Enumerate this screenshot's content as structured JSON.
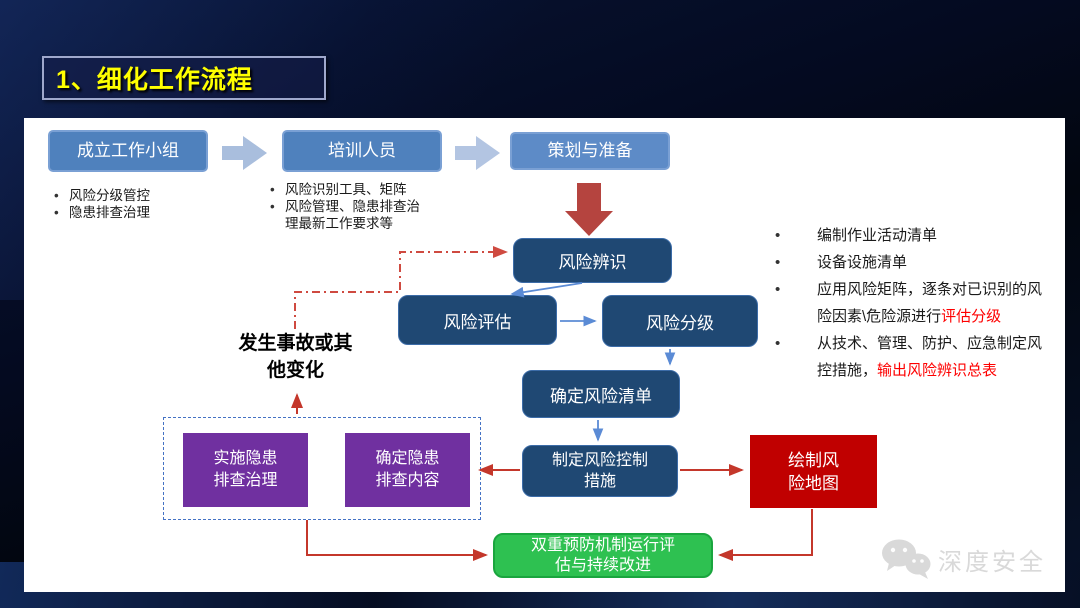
{
  "title": "1、细化工作流程",
  "top_flow": {
    "box1": "成立工作小组",
    "box2": "培训人员",
    "box3": "策划与准备",
    "box1_bullets": [
      "风险分级管控",
      "隐患排查治理"
    ],
    "box2_bullets": [
      "风险识别工具、矩阵",
      "风险管理、隐患排查治理最新工作要求等"
    ]
  },
  "flow": {
    "risk_identify": "风险辨识",
    "risk_assess": "风险评估",
    "risk_grade": "风险分级",
    "risk_list": "确定风险清单",
    "risk_control": "制定风险控制措施",
    "risk_map": "绘制风险地图",
    "implement_hidden_danger": "实施隐患排查治理",
    "define_hidden_danger": "确定隐患排查内容",
    "dual_prevention": "双重预防机制运行评估与持续改进",
    "accident_note": "发生事故或其他变化"
  },
  "right_list": [
    {
      "black": "编制作业活动清单",
      "red": ""
    },
    {
      "black": "设备设施清单",
      "red": ""
    },
    {
      "black": "应用风险矩阵，逐条对已识别的风险因素\\危险源进行",
      "red": "评估分级"
    },
    {
      "black": "从技术、管理、防护、应急制定风控措施，",
      "red": "输出风险辨识总表"
    }
  ],
  "watermark": "深度安全",
  "colors": {
    "slide_bg": "#040a20",
    "title_text": "#ffff00",
    "header_blue": "#4f81bd",
    "flow_navy": "#1f4873",
    "purple": "#7030a0",
    "map_red": "#c00000",
    "green": "#2ec151",
    "arrow_red": "#c4372b",
    "arrow_blue": "#5b8bd5",
    "highlight_red": "#fe0000"
  }
}
